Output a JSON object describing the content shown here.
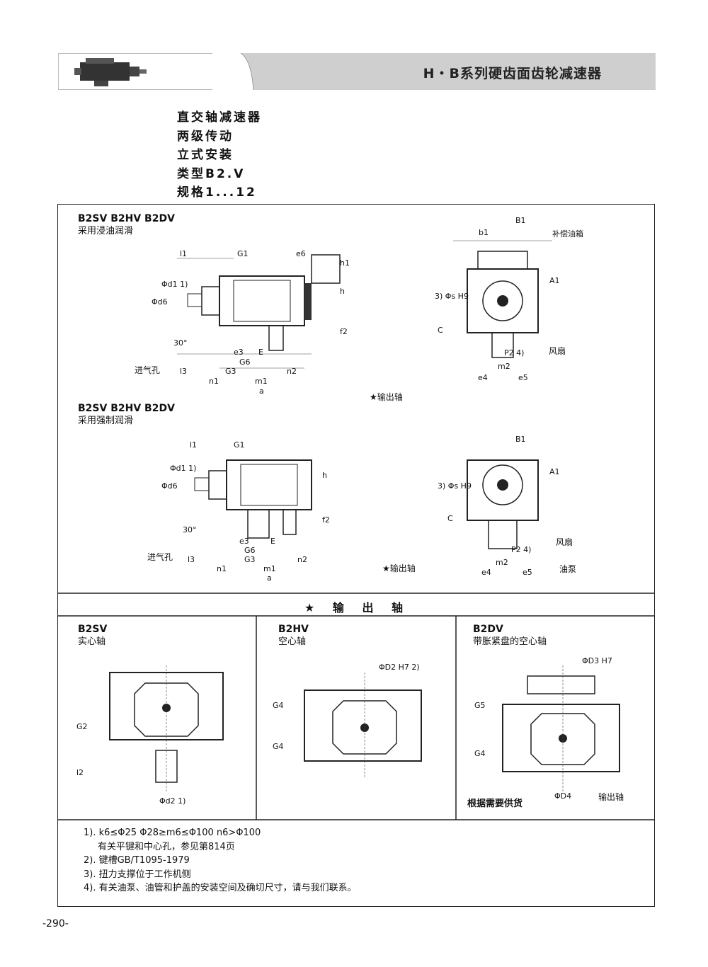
{
  "header": {
    "title": "H・B系列硬齿面齿轮减速器",
    "logo_icon": "gear-reducer-photo-icon"
  },
  "product": {
    "lines": [
      "直交轴减速器",
      "两级传动",
      "立式安装",
      "类型B2.V",
      "规格1...12"
    ]
  },
  "section1": {
    "title": "B2SV B2HV B2DV",
    "subtitle": "采用浸油润滑",
    "labels": {
      "l1": "l1",
      "G1": "G1",
      "e6": "e6",
      "h1": "h1",
      "h": "h",
      "d6": "Φd6",
      "d1": "Φd1 1)",
      "f2": "f2",
      "angle": "30°",
      "inlet": "进气孔",
      "e3": "e3",
      "E": "E",
      "G6": "G6",
      "l3": "l3",
      "G3": "G3",
      "n2": "n2",
      "n1": "n1",
      "m1": "m1",
      "a": "a",
      "B1": "B1",
      "b1": "b1",
      "tank": "补偿油箱",
      "A1": "A1",
      "s": "3) Φs H9",
      "C": "C",
      "fan": "风扇",
      "P2": "P2 4)",
      "m2": "m2",
      "e4": "e4",
      "e5": "e5"
    },
    "output_label": "★输出轴"
  },
  "section2": {
    "title": "B2SV B2HV B2DV",
    "subtitle": "采用强制润滑",
    "labels": {
      "l1": "l1",
      "G1": "G1",
      "h": "h",
      "d6": "Φd6",
      "d1": "Φd1 1)",
      "f2": "f2",
      "angle": "30°",
      "inlet": "进气孔",
      "e3": "e3",
      "E": "E",
      "G6": "G6",
      "l3": "l3",
      "G3": "G3",
      "n2": "n2",
      "n1": "n1",
      "m1": "m1",
      "a": "a",
      "B1": "B1",
      "A1": "A1",
      "s": "3) Φs H9",
      "C": "C",
      "fan": "风扇",
      "P2": "P2 4)",
      "m2": "m2",
      "e4": "e4",
      "e5": "e5",
      "pump": "油泵"
    },
    "output_label": "★输出轴"
  },
  "output_band": {
    "title": "★ 输 出 轴"
  },
  "outputs": [
    {
      "code": "B2SV",
      "desc": "实心轴",
      "labels": {
        "G2": "G2",
        "l2": "l2",
        "d2": "Φd2 1)"
      }
    },
    {
      "code": "B2HV",
      "desc": "空心轴",
      "labels": {
        "D2": "ΦD2 H7 2)",
        "G4a": "G4",
        "G4b": "G4"
      }
    },
    {
      "code": "B2DV",
      "desc": "带胀紧盘的空心轴",
      "labels": {
        "D3": "ΦD3 H7",
        "G5": "G5",
        "G4": "G4",
        "D4": "ΦD4",
        "out": "输出轴"
      },
      "note": "根据需要供货"
    }
  ],
  "notes": [
    "1). k6≤Φ25 Φ28≥m6≤Φ100 n6>Φ100",
    "有关平键和中心孔，参见第814页",
    "2). 键槽GB/T1095-1979",
    "3). 扭力支撑位于工作机侧",
    "4). 有关油泵、油管和护盖的安装空间及确切尺寸，请与我们联系。"
  ],
  "page_number": "-290-"
}
